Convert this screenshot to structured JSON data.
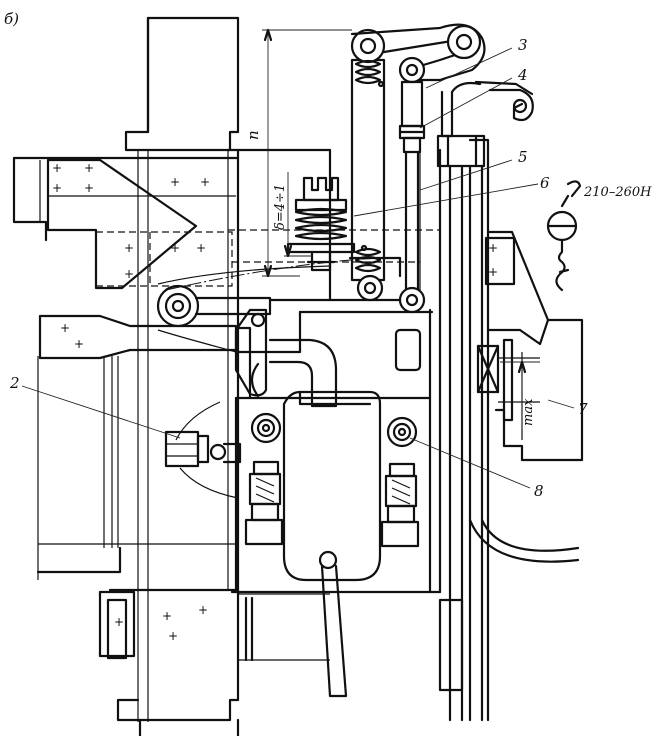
{
  "figure": {
    "panel_label": "б)",
    "callouts": [
      {
        "id": "2",
        "text": "2"
      },
      {
        "id": "3",
        "text": "3"
      },
      {
        "id": "4",
        "text": "4"
      },
      {
        "id": "5",
        "text": "5"
      },
      {
        "id": "6",
        "text": "6"
      },
      {
        "id": "7",
        "text": "7"
      },
      {
        "id": "8",
        "text": "8"
      }
    ],
    "force_label": "210–260Н",
    "gap_label": "δ=4÷1",
    "dimension_n": "п",
    "max_label": "max"
  }
}
